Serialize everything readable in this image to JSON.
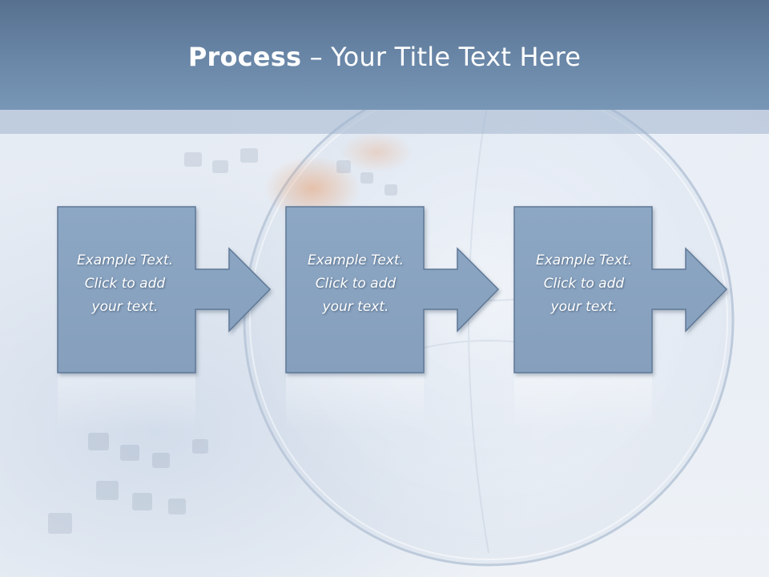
{
  "title": {
    "bold": "Process",
    "rest": " – Your Title Text Here"
  },
  "steps": [
    {
      "lines": [
        "Example Text.",
        "Click  to add",
        "your text."
      ]
    },
    {
      "lines": [
        "Example Text.",
        "Click  to add",
        "your text."
      ]
    },
    {
      "lines": [
        "Example Text.",
        "Click  to add",
        "your text."
      ]
    }
  ],
  "colors": {
    "title_bar": "#6886a6",
    "shape_fill": "#8aa5c2",
    "shape_stroke": "#5e7795"
  }
}
